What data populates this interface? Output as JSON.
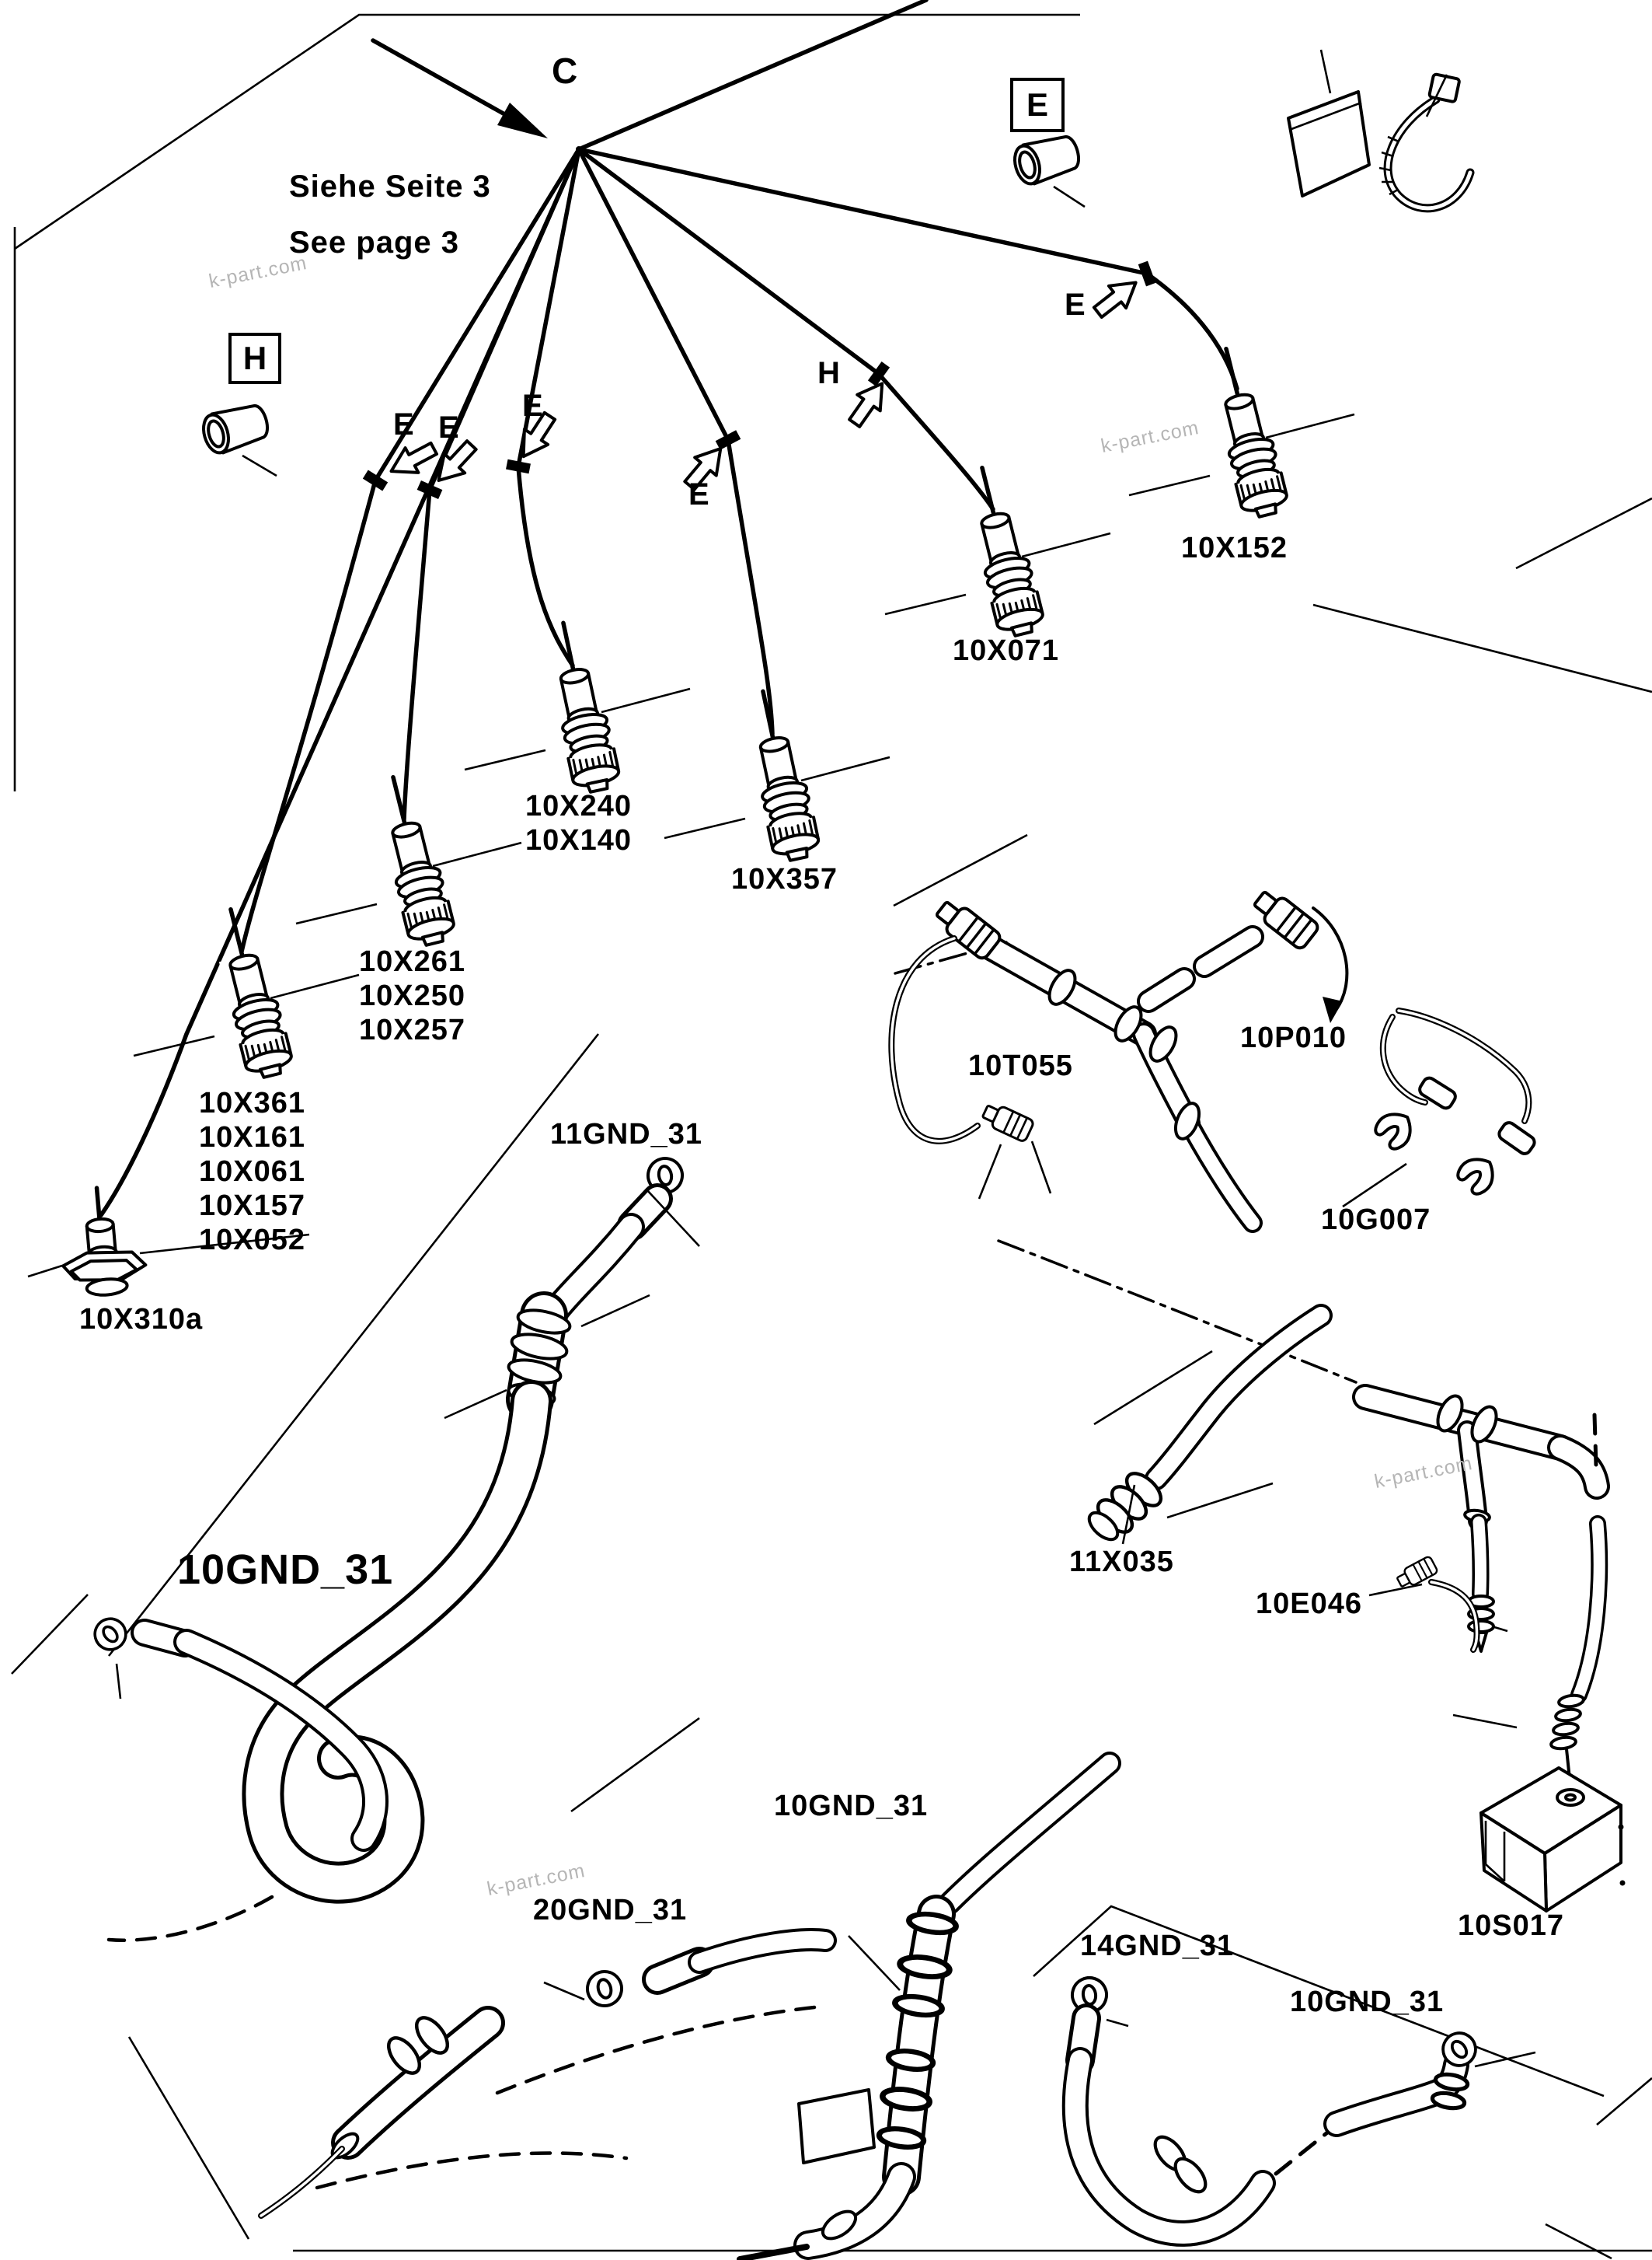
{
  "diagram": {
    "section_letter": "C",
    "note": {
      "line1": "Siehe Seite 3",
      "line2": "See page 3"
    },
    "markers": {
      "tape_group": "E",
      "hose_group": "H"
    },
    "watermark": "k-part.com",
    "parts": {
      "x152": "10X152",
      "x071": "10X071",
      "x240": "10X240",
      "x140": "10X140",
      "x357": "10X357",
      "x261": "10X261",
      "x250": "10X250",
      "x257": "10X257",
      "x361": "10X361",
      "x161": "10X161",
      "x061": "10X061",
      "x157": "10X157",
      "x052": "10X052",
      "x310a": "10X310a",
      "gnd11": "11GND_31",
      "gnd10_main": "10GND_31",
      "t055": "10T055",
      "p010": "10P010",
      "g007": "10G007",
      "x035": "11X035",
      "e046": "10E046",
      "s017": "10S017",
      "gnd10_harness": "10GND_31",
      "gnd20": "20GND_31",
      "gnd14": "14GND_31",
      "gnd10_battery": "10GND_31"
    }
  }
}
